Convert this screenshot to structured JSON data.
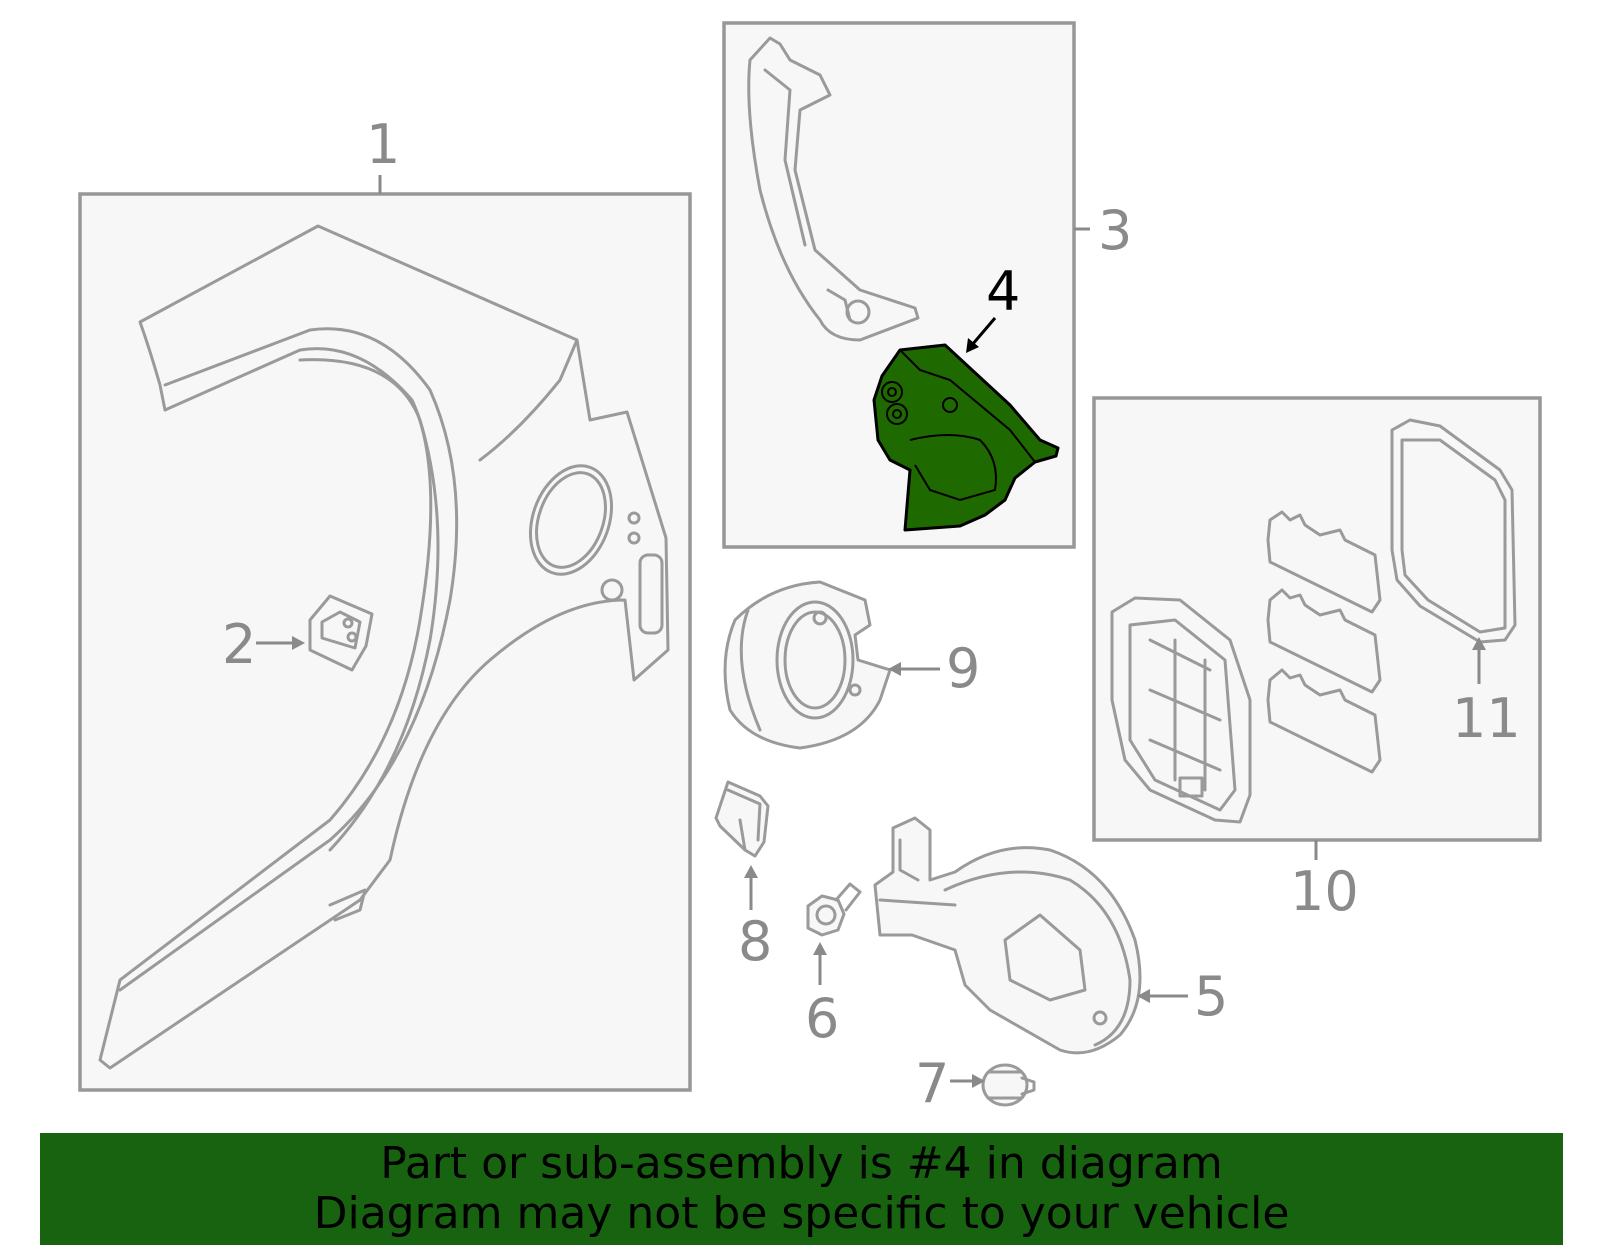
{
  "callouts": {
    "c1": "1",
    "c2": "2",
    "c3": "3",
    "c4": "4",
    "c5": "5",
    "c6": "6",
    "c7": "7",
    "c8": "8",
    "c9": "9",
    "c10": "10",
    "c11": "11"
  },
  "highlighted_part": "4",
  "colors": {
    "highlight": "#1f6a00",
    "banner": "#186310",
    "line": "#9a9a9a"
  },
  "banner": {
    "line1": "Part or sub-assembly is #4 in diagram",
    "line2": "Diagram may not be specific to your vehicle"
  }
}
